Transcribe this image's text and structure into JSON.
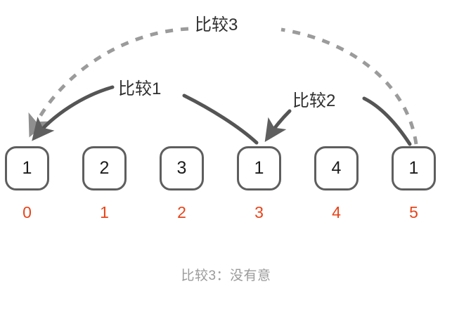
{
  "diagram": {
    "title_caption": "比较3：没有意",
    "colors": {
      "box_border": "#5e5e5e",
      "box_value_text": "#1d1d1d",
      "index_text": "#e8441a",
      "arc_solid": "#555555",
      "arc_dashed": "#9b9b9b",
      "caption_text": "#9a9a9a",
      "background": "#ffffff"
    },
    "array": {
      "values": [
        "1",
        "2",
        "3",
        "1",
        "4",
        "1"
      ],
      "indices": [
        "0",
        "1",
        "2",
        "3",
        "4",
        "5"
      ]
    },
    "arcs": [
      {
        "id": "cmp1",
        "label": "比较1",
        "style": "solid",
        "from_index": "3",
        "to_index": "0",
        "arrowhead": "at-target"
      },
      {
        "id": "cmp2",
        "label": "比较2",
        "style": "solid",
        "from_index": "5",
        "to_index": "3",
        "arrowhead": "at-target"
      },
      {
        "id": "cmp3",
        "label": "比较3",
        "style": "dashed",
        "from_index": "5",
        "to_index": "0",
        "arrowhead": "at-target"
      }
    ]
  }
}
